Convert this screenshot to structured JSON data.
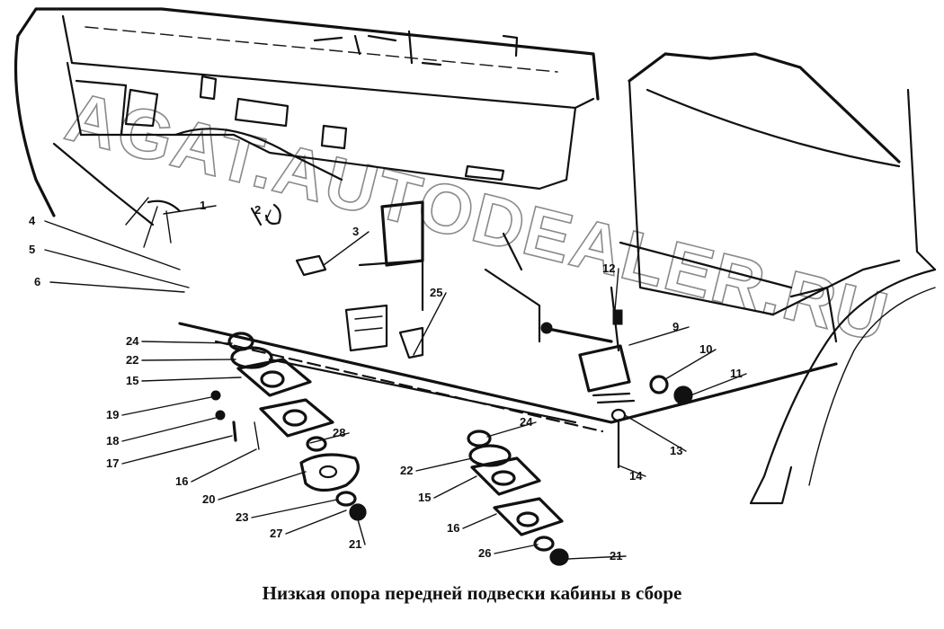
{
  "caption": "Низкая опора передней подвески кабины в сборе",
  "watermark": "AGAT.AUTODEALER.RU",
  "callouts": [
    {
      "label": "4"
    },
    {
      "label": "5"
    },
    {
      "label": "6"
    },
    {
      "label": "24"
    },
    {
      "label": "22"
    },
    {
      "label": "15"
    },
    {
      "label": "19"
    },
    {
      "label": "18"
    },
    {
      "label": "17"
    },
    {
      "label": "16"
    },
    {
      "label": "20"
    },
    {
      "label": "23"
    },
    {
      "label": "27"
    },
    {
      "label": "21"
    },
    {
      "label": "28"
    },
    {
      "label": "24"
    },
    {
      "label": "22"
    },
    {
      "label": "15"
    },
    {
      "label": "16"
    },
    {
      "label": "26"
    },
    {
      "label": "21"
    },
    {
      "label": "12"
    },
    {
      "label": "9"
    },
    {
      "label": "10"
    },
    {
      "label": "11"
    },
    {
      "label": "13"
    },
    {
      "label": "14"
    },
    {
      "label": "25"
    },
    {
      "label": "1"
    },
    {
      "label": "2"
    },
    {
      "label": "3"
    }
  ],
  "colors": {
    "ink": "#111111",
    "watermark": "#8a8a8a",
    "background": "#ffffff"
  }
}
